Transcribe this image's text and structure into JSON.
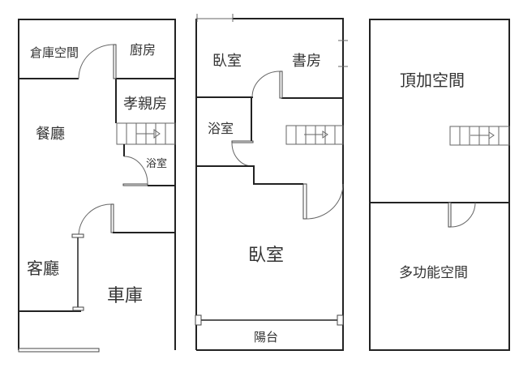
{
  "floor1": {
    "storage": "倉庫空間",
    "kitchen": "廚房",
    "parents_room": "孝親房",
    "dining": "餐廳",
    "bathroom": "浴室",
    "living": "客廳",
    "garage": "車庫"
  },
  "floor2": {
    "bedroom_top": "臥室",
    "study": "書房",
    "bathroom": "浴室",
    "bedroom_main": "臥室",
    "balcony": "陽台"
  },
  "floor3": {
    "rooftop": "頂加空間",
    "multipurpose": "多功能空間"
  }
}
